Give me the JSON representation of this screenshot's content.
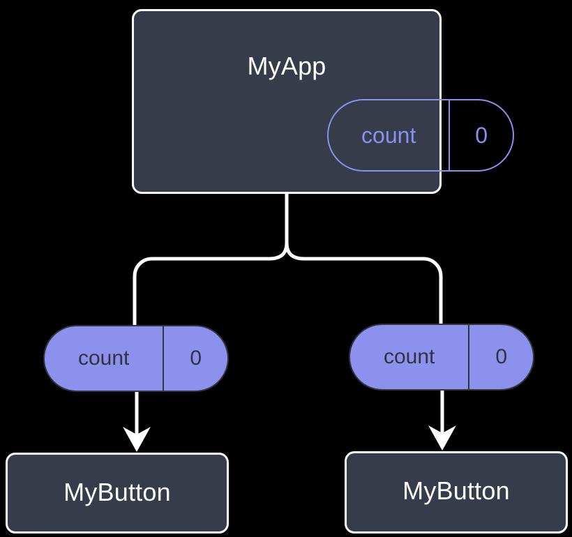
{
  "diagram": {
    "type": "widget-state-tree",
    "background_color": "#000000",
    "colors": {
      "widget_fill": "#363c4a",
      "widget_border": "#ffffff",
      "state_accent": "#8b91ec",
      "state_outline": "#8b8ff0",
      "state_text_on_fill": "#2e3440",
      "connector": "#ffffff"
    },
    "root": {
      "title": "MyApp",
      "state": {
        "key": "count",
        "value": "0"
      }
    },
    "children": [
      {
        "title": "MyButton",
        "state": {
          "key": "count",
          "value": "0"
        }
      },
      {
        "title": "MyButton",
        "state": {
          "key": "count",
          "value": "0"
        }
      }
    ],
    "connectors": {
      "fork_label": "state-propagation-fork",
      "arrow_label": "state-flows-into-child"
    }
  }
}
